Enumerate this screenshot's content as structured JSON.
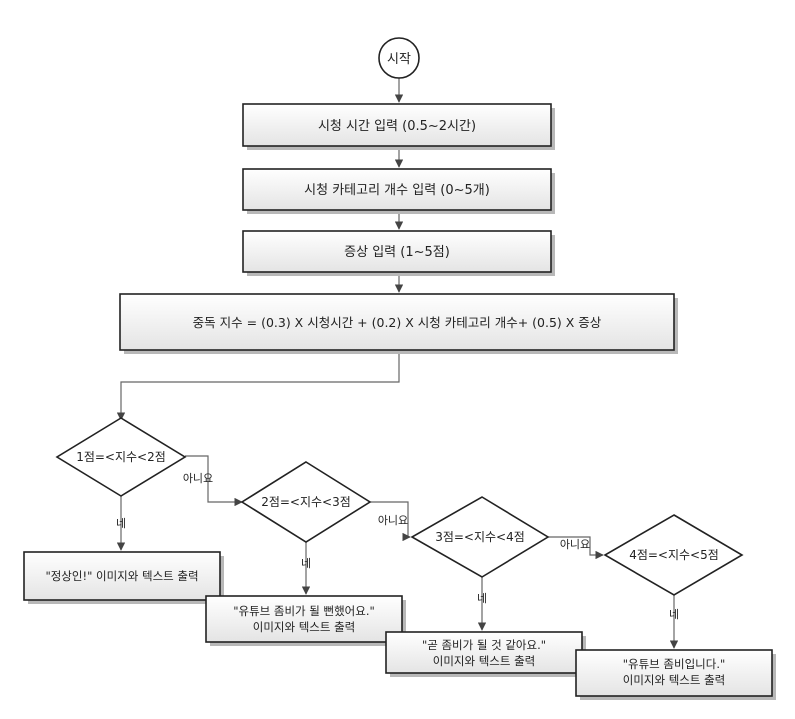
{
  "flowchart": {
    "start": "시작",
    "steps": [
      "시청 시간 입력 (0.5~2시간)",
      "시청 카테고리 개수 입력 (0~5개)",
      "증상 입력 (1~5점)",
      "중독 지수 = (0.3) X 시청시간 + (0.2) X 시청 카테고리 개수+ (0.5) X 증상"
    ],
    "decisions": [
      "1점=<지수<2점",
      "2점=<지수<3점",
      "3점=<지수<4점",
      "4점=<지수<5점"
    ],
    "yes_label": "네",
    "no_label": "아니요",
    "outputs": [
      {
        "line1": "\"정상인!\" 이미지와 텍스트 출력",
        "line2": ""
      },
      {
        "line1": "\"유튜브 좀비가 될 뻔했어요.\"",
        "line2": "이미지와 텍스트 출력"
      },
      {
        "line1": "\"곧 좀비가 될 것 같아요.\"",
        "line2": "이미지와 텍스트 출력"
      },
      {
        "line1": "\"유튜브 좀비입니다.\"",
        "line2": "이미지와 텍스트 출력"
      }
    ]
  }
}
